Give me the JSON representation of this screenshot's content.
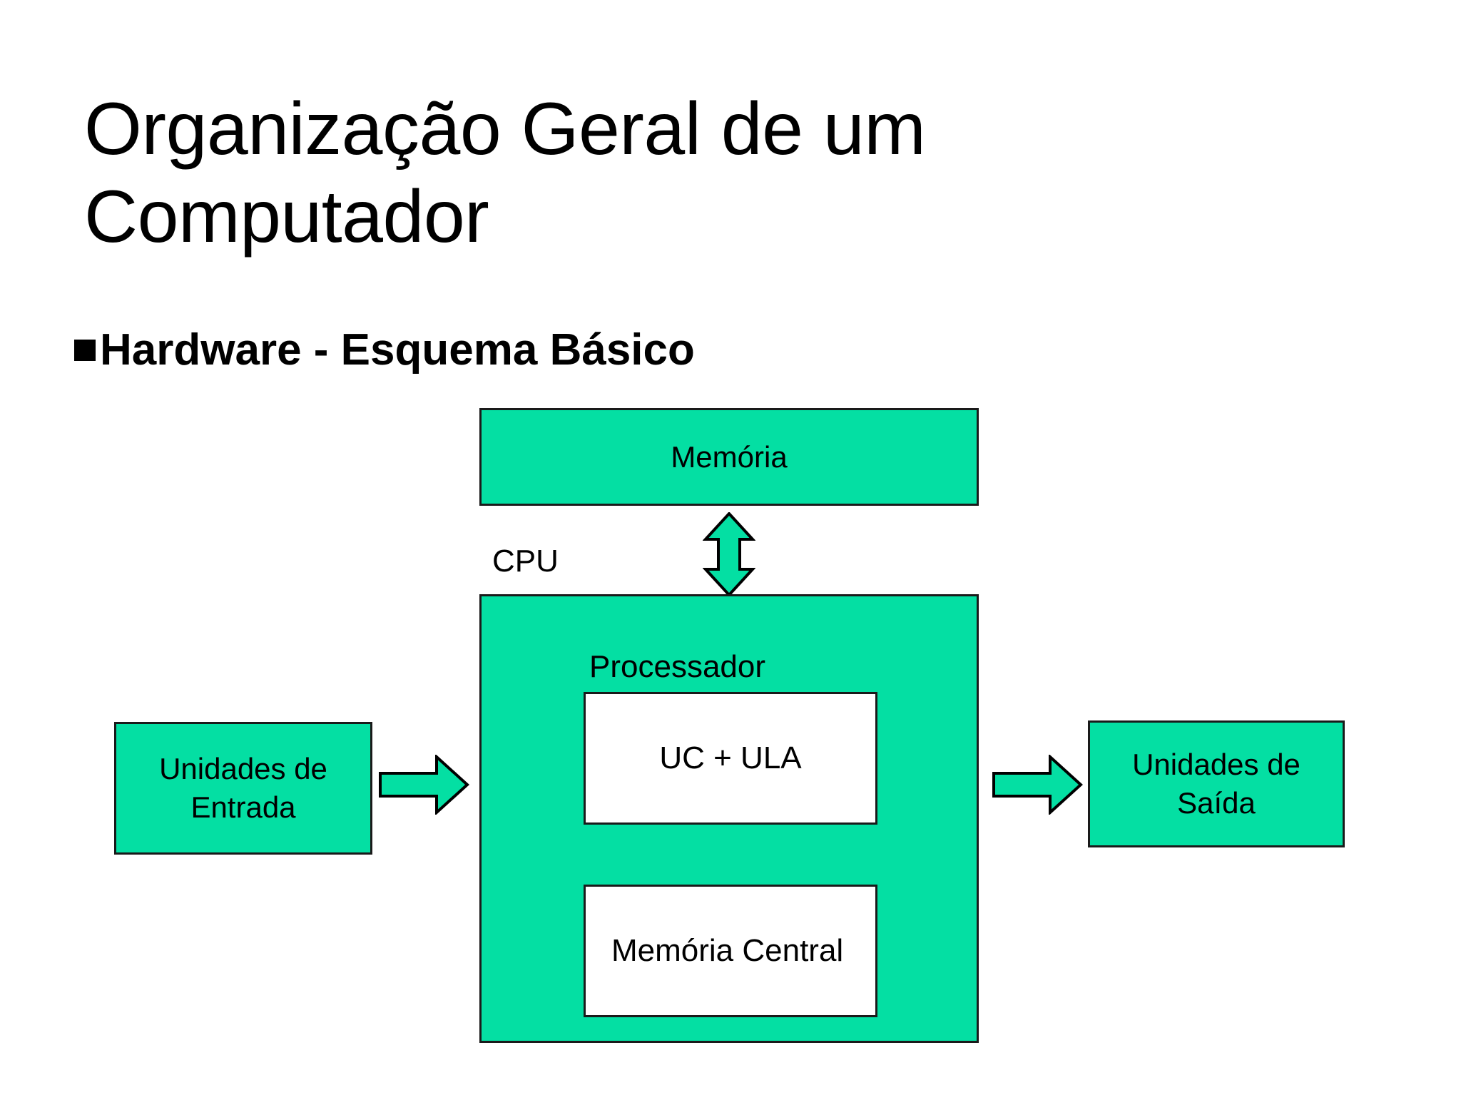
{
  "slide": {
    "title_line1": "Organização Geral de um",
    "title_line2": "Computador",
    "bullet_heading": "Hardware - Esquema Básico",
    "bullet_glyph": "square-bullet"
  },
  "colors": {
    "box_fill_green": "#04DFA3",
    "box_border": "#1a1a1a",
    "inner_box_fill": "#FFFFFF",
    "text": "#000000",
    "background": "#FFFFFF"
  },
  "diagram": {
    "type": "block-diagram",
    "memory_box": {
      "label": "Memória"
    },
    "cpu": {
      "label": "CPU",
      "processor_label": "Processador",
      "inner_boxes": [
        {
          "label": "UC + ULA"
        },
        {
          "label": "Memória Central"
        }
      ]
    },
    "input_box": {
      "line1": "Unidades de",
      "line2": "Entrada"
    },
    "output_box": {
      "line1": "Unidades de",
      "line2": "Saída"
    },
    "arrows": [
      {
        "name": "input-arrow",
        "direction": "right"
      },
      {
        "name": "output-arrow",
        "direction": "right"
      },
      {
        "name": "memory-cpu-arrow",
        "direction": "up-down"
      }
    ]
  }
}
